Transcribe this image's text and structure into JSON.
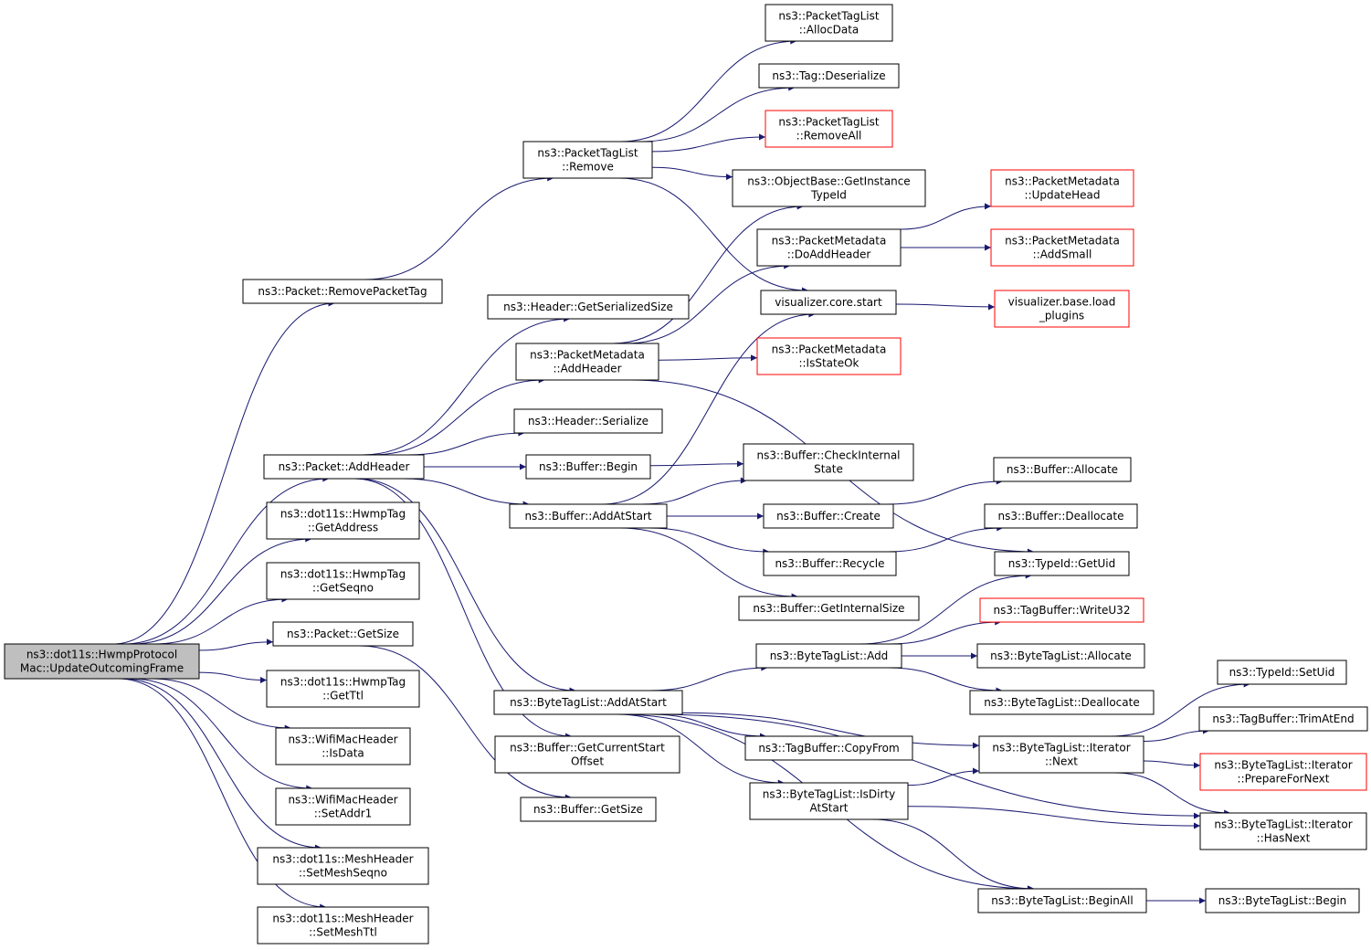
{
  "colors": {
    "edge": "#191970",
    "node_border": "#000000",
    "node_border_external": "#ff0000",
    "root_fill": "#bfbfbf"
  },
  "nodes": {
    "root": {
      "lines": [
        "ns3::dot11s::HwmpProtocol",
        "Mac::UpdateOutcomingFrame"
      ]
    },
    "removePacketTag": {
      "lines": [
        "ns3::Packet::RemovePacketTag"
      ]
    },
    "addHeader": {
      "lines": [
        "ns3::Packet::AddHeader"
      ]
    },
    "hwmpGetAddress": {
      "lines": [
        "ns3::dot11s::HwmpTag",
        "::GetAddress"
      ]
    },
    "hwmpGetSeqno": {
      "lines": [
        "ns3::dot11s::HwmpTag",
        "::GetSeqno"
      ]
    },
    "packetGetSize": {
      "lines": [
        "ns3::Packet::GetSize"
      ]
    },
    "hwmpGetTtl": {
      "lines": [
        "ns3::dot11s::HwmpTag",
        "::GetTtl"
      ]
    },
    "wifiIsData": {
      "lines": [
        "ns3::WifiMacHeader",
        "::IsData"
      ]
    },
    "wifiSetAddr1": {
      "lines": [
        "ns3::WifiMacHeader",
        "::SetAddr1"
      ]
    },
    "meshSetSeqno": {
      "lines": [
        "ns3::dot11s::MeshHeader",
        "::SetMeshSeqno"
      ]
    },
    "meshSetTtl": {
      "lines": [
        "ns3::dot11s::MeshHeader",
        "::SetMeshTtl"
      ]
    },
    "ptlRemove": {
      "lines": [
        "ns3::PacketTagList",
        "::Remove"
      ]
    },
    "hdrGetSerSize": {
      "lines": [
        "ns3::Header::GetSerializedSize"
      ]
    },
    "pmAddHeader": {
      "lines": [
        "ns3::PacketMetadata",
        "::AddHeader"
      ]
    },
    "hdrSerialize": {
      "lines": [
        "ns3::Header::Serialize"
      ]
    },
    "bufBegin": {
      "lines": [
        "ns3::Buffer::Begin"
      ]
    },
    "bufAddAtStart": {
      "lines": [
        "ns3::Buffer::AddAtStart"
      ]
    },
    "btlAddAtStart": {
      "lines": [
        "ns3::ByteTagList::AddAtStart"
      ]
    },
    "bufGetCurStart": {
      "lines": [
        "ns3::Buffer::GetCurrentStart",
        "Offset"
      ]
    },
    "bufGetSize": {
      "lines": [
        "ns3::Buffer::GetSize"
      ]
    },
    "ptlAllocData": {
      "lines": [
        "ns3::PacketTagList",
        "::AllocData"
      ]
    },
    "tagDeserialize": {
      "lines": [
        "ns3::Tag::Deserialize"
      ]
    },
    "ptlRemoveAll": {
      "lines": [
        "ns3::PacketTagList",
        "::RemoveAll"
      ],
      "external": true
    },
    "objGetInstTid": {
      "lines": [
        "ns3::ObjectBase::GetInstance",
        "TypeId"
      ]
    },
    "pmDoAddHeader": {
      "lines": [
        "ns3::PacketMetadata",
        "::DoAddHeader"
      ]
    },
    "visStart": {
      "lines": [
        "visualizer.core.start"
      ]
    },
    "pmIsStateOk": {
      "lines": [
        "ns3::PacketMetadata",
        "::IsStateOk"
      ],
      "external": true
    },
    "bufCheckInt": {
      "lines": [
        "ns3::Buffer::CheckInternal",
        "State"
      ]
    },
    "bufCreate": {
      "lines": [
        "ns3::Buffer::Create"
      ]
    },
    "bufRecycle": {
      "lines": [
        "ns3::Buffer::Recycle"
      ]
    },
    "bufGetIntSize": {
      "lines": [
        "ns3::Buffer::GetInternalSize"
      ]
    },
    "btlAdd": {
      "lines": [
        "ns3::ByteTagList::Add"
      ]
    },
    "tbCopyFrom": {
      "lines": [
        "ns3::TagBuffer::CopyFrom"
      ]
    },
    "btlIsDirty": {
      "lines": [
        "ns3::ByteTagList::IsDirty",
        "AtStart"
      ]
    },
    "pmUpdateHead": {
      "lines": [
        "ns3::PacketMetadata",
        "::UpdateHead"
      ],
      "external": true
    },
    "pmAddSmall": {
      "lines": [
        "ns3::PacketMetadata",
        "::AddSmall"
      ],
      "external": true
    },
    "visLoadPlugins": {
      "lines": [
        "visualizer.base.load",
        "_plugins"
      ],
      "external": true
    },
    "bufAllocate": {
      "lines": [
        "ns3::Buffer::Allocate"
      ]
    },
    "bufDeallocate": {
      "lines": [
        "ns3::Buffer::Deallocate"
      ]
    },
    "tidGetUid": {
      "lines": [
        "ns3::TypeId::GetUid"
      ]
    },
    "tbWriteU32": {
      "lines": [
        "ns3::TagBuffer::WriteU32"
      ],
      "external": true
    },
    "btlAllocate": {
      "lines": [
        "ns3::ByteTagList::Allocate"
      ]
    },
    "btlDeallocate": {
      "lines": [
        "ns3::ByteTagList::Deallocate"
      ]
    },
    "btlIterNext": {
      "lines": [
        "ns3::ByteTagList::Iterator",
        "::Next"
      ]
    },
    "btlBeginAll": {
      "lines": [
        "ns3::ByteTagList::BeginAll"
      ]
    },
    "tidSetUid": {
      "lines": [
        "ns3::TypeId::SetUid"
      ]
    },
    "tbTrimAtEnd": {
      "lines": [
        "ns3::TagBuffer::TrimAtEnd"
      ]
    },
    "btlIterPrep": {
      "lines": [
        "ns3::ByteTagList::Iterator",
        "::PrepareForNext"
      ],
      "external": true
    },
    "btlIterHasNext": {
      "lines": [
        "ns3::ByteTagList::Iterator",
        "::HasNext"
      ]
    },
    "btlBegin": {
      "lines": [
        "ns3::ByteTagList::Begin"
      ]
    }
  },
  "edges": [
    [
      "root",
      "removePacketTag"
    ],
    [
      "root",
      "addHeader"
    ],
    [
      "root",
      "hwmpGetAddress"
    ],
    [
      "root",
      "hwmpGetSeqno"
    ],
    [
      "root",
      "packetGetSize"
    ],
    [
      "root",
      "hwmpGetTtl"
    ],
    [
      "root",
      "wifiIsData"
    ],
    [
      "root",
      "wifiSetAddr1"
    ],
    [
      "root",
      "meshSetSeqno"
    ],
    [
      "root",
      "meshSetTtl"
    ],
    [
      "removePacketTag",
      "ptlRemove"
    ],
    [
      "ptlRemove",
      "ptlAllocData"
    ],
    [
      "ptlRemove",
      "tagDeserialize"
    ],
    [
      "ptlRemove",
      "ptlRemoveAll"
    ],
    [
      "ptlRemove",
      "objGetInstTid"
    ],
    [
      "ptlRemove",
      "visStart"
    ],
    [
      "addHeader",
      "hdrGetSerSize"
    ],
    [
      "addHeader",
      "pmAddHeader"
    ],
    [
      "addHeader",
      "hdrSerialize"
    ],
    [
      "addHeader",
      "bufBegin"
    ],
    [
      "addHeader",
      "bufAddAtStart"
    ],
    [
      "addHeader",
      "btlAddAtStart"
    ],
    [
      "addHeader",
      "bufGetCurStart"
    ],
    [
      "packetGetSize",
      "bufGetSize"
    ],
    [
      "pmAddHeader",
      "objGetInstTid"
    ],
    [
      "pmAddHeader",
      "pmDoAddHeader"
    ],
    [
      "pmAddHeader",
      "pmIsStateOk"
    ],
    [
      "pmAddHeader",
      "tidGetUid"
    ],
    [
      "pmDoAddHeader",
      "pmUpdateHead"
    ],
    [
      "pmDoAddHeader",
      "pmAddSmall"
    ],
    [
      "visStart",
      "visLoadPlugins"
    ],
    [
      "bufBegin",
      "bufCheckInt"
    ],
    [
      "bufAddAtStart",
      "bufCheckInt"
    ],
    [
      "bufAddAtStart",
      "visStart"
    ],
    [
      "bufAddAtStart",
      "bufCreate"
    ],
    [
      "bufAddAtStart",
      "bufRecycle"
    ],
    [
      "bufAddAtStart",
      "bufGetIntSize"
    ],
    [
      "bufCreate",
      "bufAllocate"
    ],
    [
      "bufRecycle",
      "bufDeallocate"
    ],
    [
      "btlAddAtStart",
      "btlAdd"
    ],
    [
      "btlAddAtStart",
      "tbCopyFrom"
    ],
    [
      "btlAddAtStart",
      "btlIsDirty"
    ],
    [
      "btlAddAtStart",
      "btlIterNext"
    ],
    [
      "btlAddAtStart",
      "btlIterHasNext"
    ],
    [
      "btlAddAtStart",
      "btlBeginAll"
    ],
    [
      "btlAdd",
      "tbWriteU32"
    ],
    [
      "btlAdd",
      "btlAllocate"
    ],
    [
      "btlAdd",
      "btlDeallocate"
    ],
    [
      "btlAdd",
      "tidGetUid"
    ],
    [
      "btlIsDirty",
      "btlIterNext"
    ],
    [
      "btlIsDirty",
      "btlIterHasNext"
    ],
    [
      "btlIsDirty",
      "btlBeginAll"
    ],
    [
      "btlIterNext",
      "tidSetUid"
    ],
    [
      "btlIterNext",
      "tbTrimAtEnd"
    ],
    [
      "btlIterNext",
      "btlIterPrep"
    ],
    [
      "btlIterNext",
      "btlIterHasNext"
    ],
    [
      "btlBeginAll",
      "btlBegin"
    ]
  ]
}
